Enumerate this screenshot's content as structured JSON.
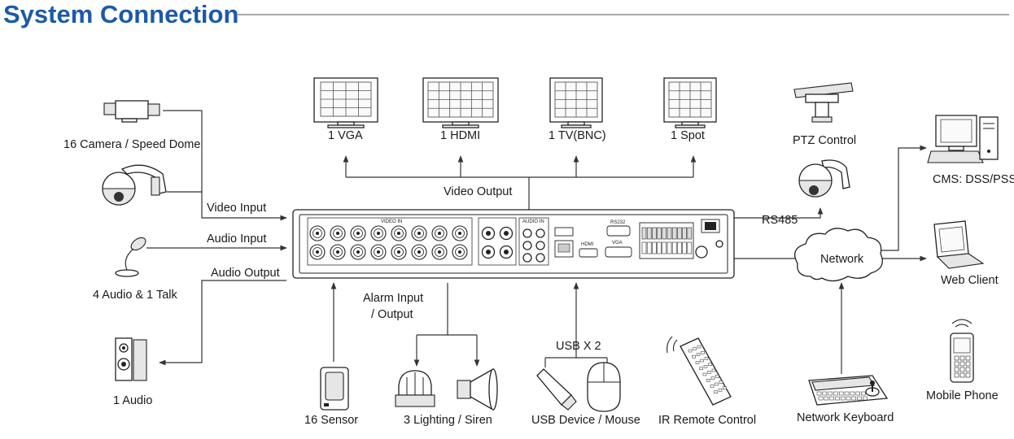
{
  "title": "System Connection",
  "nodes": {
    "camera": "16 Camera / Speed Dome",
    "vga": "1 VGA",
    "hdmi": "1 HDMI",
    "tv": "1 TV(BNC)",
    "spot": "1 Spot",
    "ptz": "PTZ Control",
    "cms": "CMS: DSS/PSS",
    "web_client": "Web Client",
    "mobile": "Mobile Phone",
    "audio_talk": "4 Audio & 1 Talk",
    "audio_out_dev": "1 Audio",
    "sensor": "16 Sensor",
    "lighting": "3 Lighting / Siren",
    "usb_mouse": "USB Device / Mouse",
    "remote": "IR Remote Control",
    "keyboard": "Network Keyboard",
    "network": "Network"
  },
  "edges": {
    "video_input": "Video  Input",
    "audio_input": "Audio  Input",
    "audio_output": "Audio  Output",
    "video_output": "Video Output",
    "rs485": "RS485",
    "alarm_line1": "Alarm Input",
    "alarm_line2": "/ Output",
    "usb_x2": "USB X 2"
  },
  "panel": {
    "video_in": "VIDEO  IN",
    "audio_in": "AUDIO  IN",
    "rs232": "RS232",
    "vga_port": "VGA",
    "hdmi_port": "HDMI"
  },
  "colors": {
    "title": "#1c5aa6",
    "lines": "#333333"
  }
}
